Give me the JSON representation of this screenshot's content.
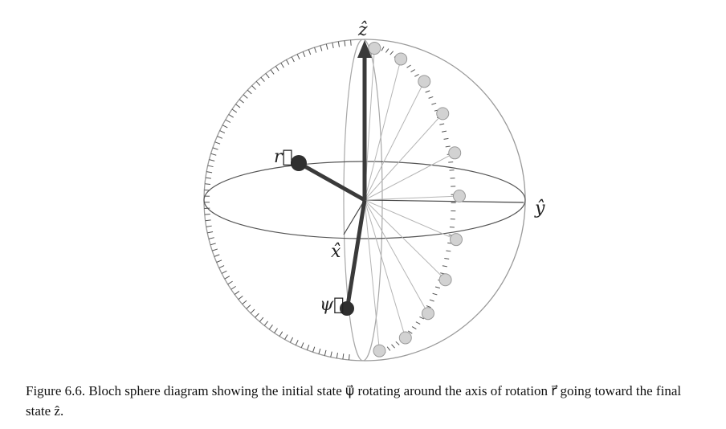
{
  "labels": {
    "z_axis": "ẑ",
    "y_axis": "ŷ",
    "x_axis": "x̂",
    "r_vector": "r⃗",
    "psi_vector": "ψ⃗"
  },
  "caption": "Figure 6.6. Bloch sphere diagram showing the initial state ψ⃗ rotating around the axis of rotation r⃗ going toward the final state ẑ.",
  "colors": {
    "sphere": "#9a9a9a",
    "equator": "#555555",
    "vector": "#333333",
    "trail": "#b0b0b0"
  }
}
